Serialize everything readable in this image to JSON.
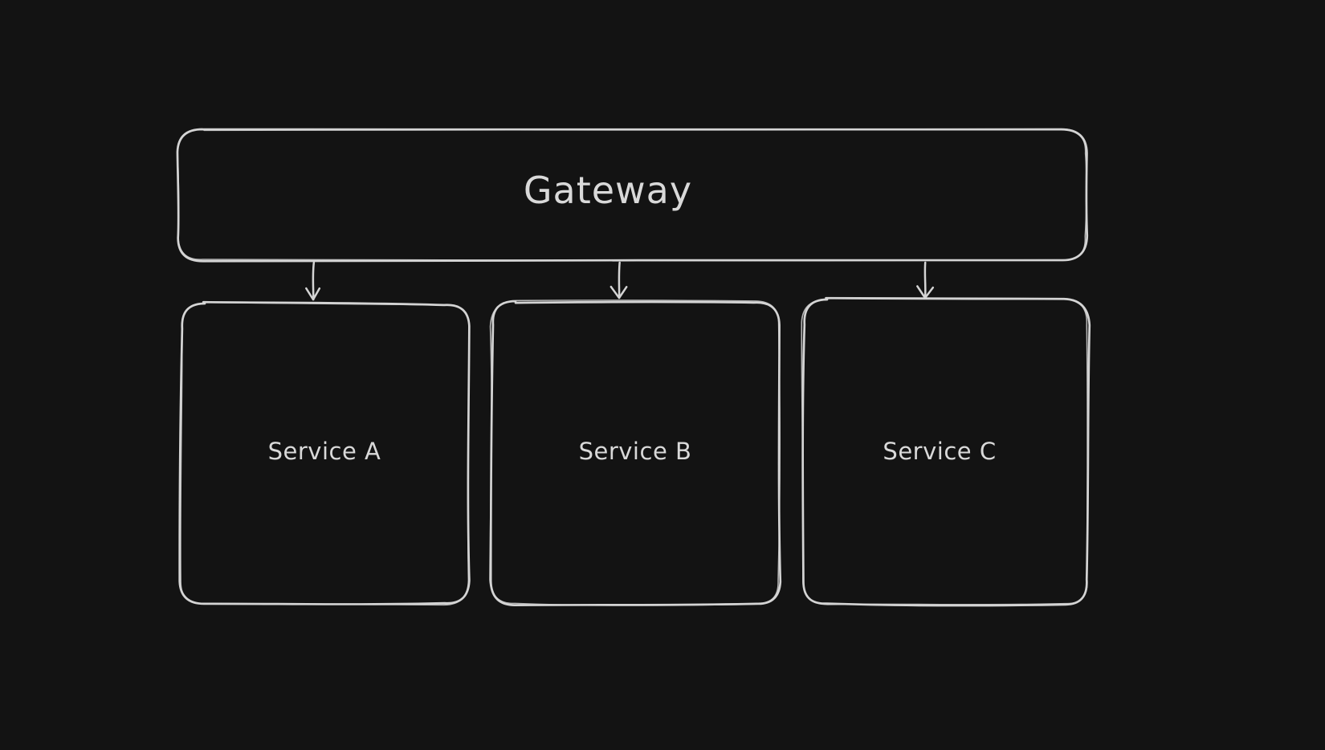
{
  "canvas": {
    "background_color": "#131313",
    "stroke_color": "#d4d4d4",
    "text_color": "#d9d9d9",
    "style": "hand-drawn"
  },
  "diagram": {
    "nodes": [
      {
        "id": "gateway",
        "label": "Gateway"
      },
      {
        "id": "service-a",
        "label": "Service A"
      },
      {
        "id": "service-b",
        "label": "Service B"
      },
      {
        "id": "service-c",
        "label": "Service C"
      }
    ],
    "edges": [
      {
        "from": "gateway",
        "to": "service-a"
      },
      {
        "from": "gateway",
        "to": "service-b"
      },
      {
        "from": "gateway",
        "to": "service-c"
      }
    ]
  }
}
